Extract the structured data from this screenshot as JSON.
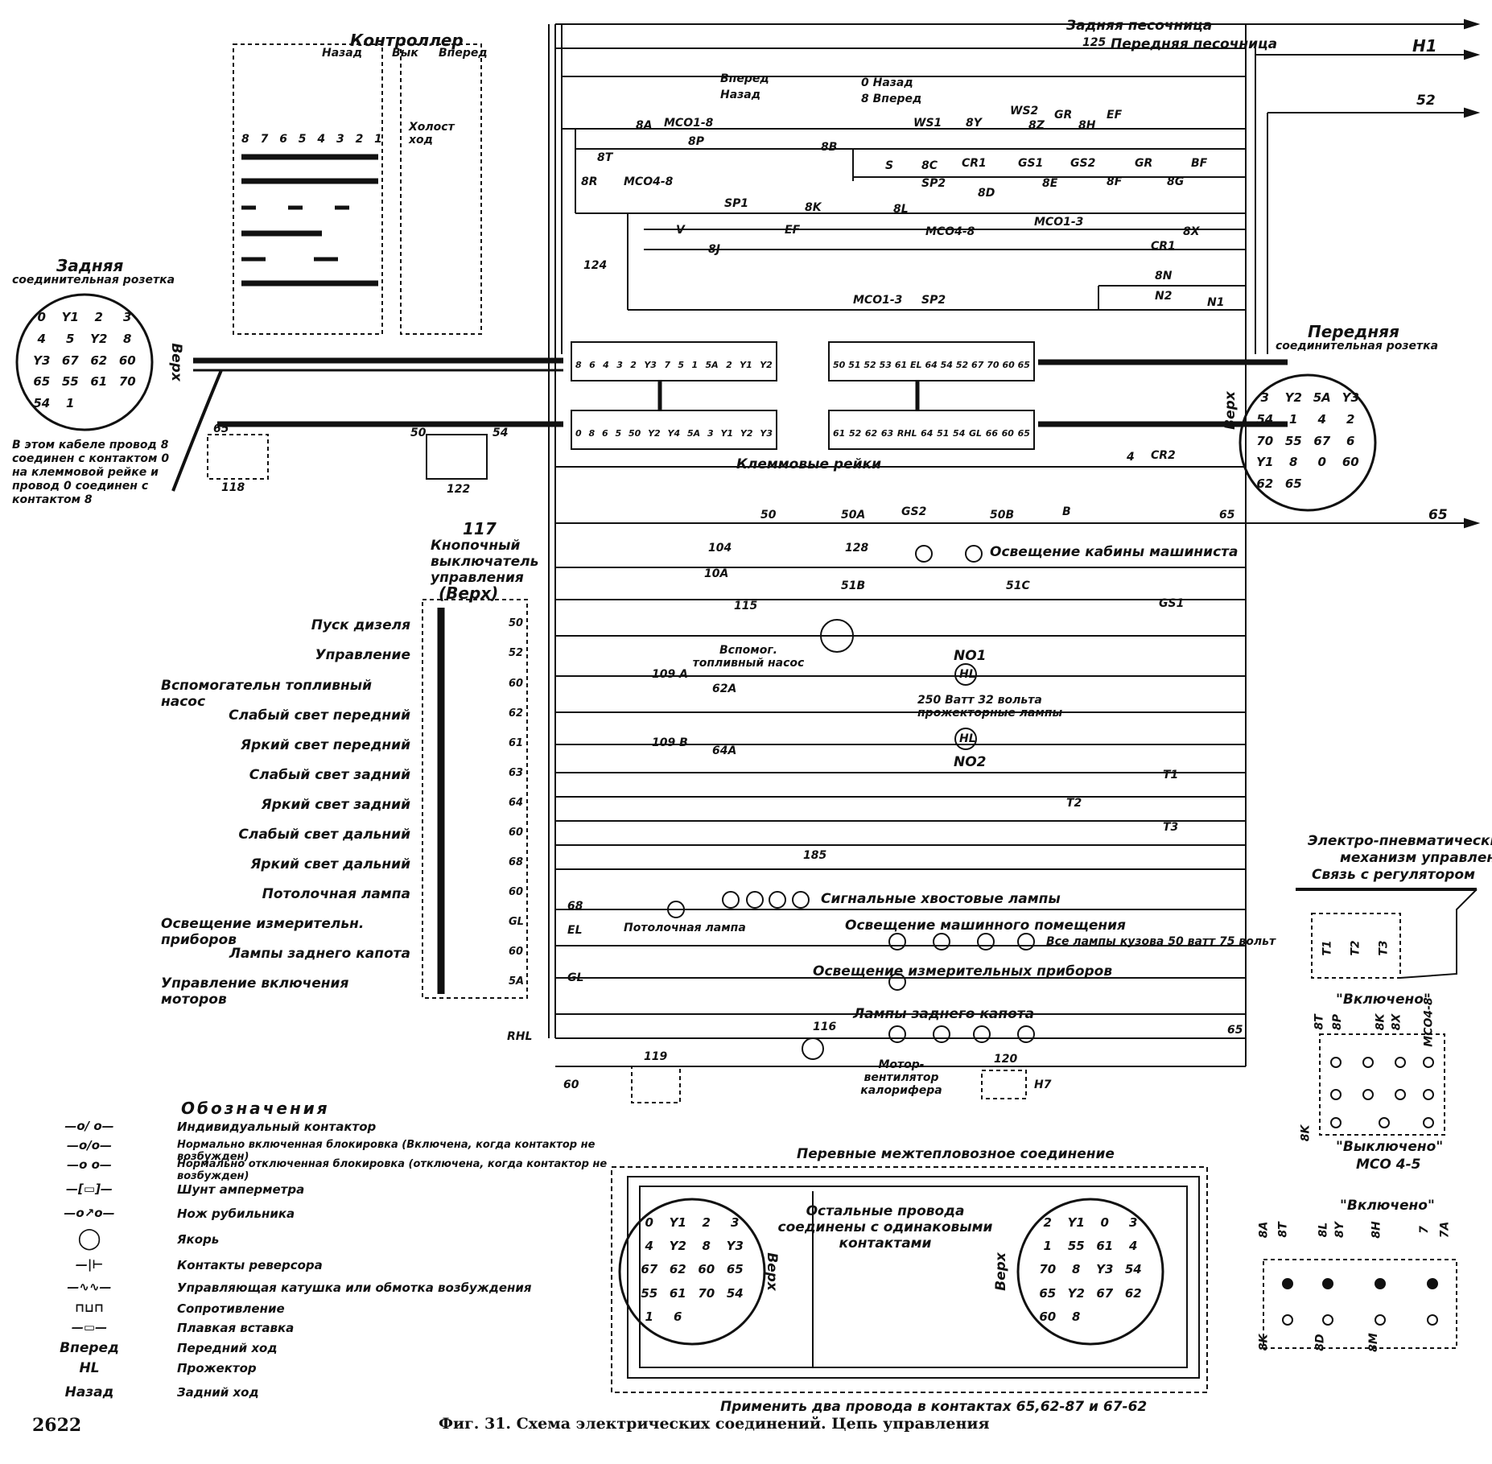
{
  "top": {
    "rear_sandbox": "Задняя песочница",
    "front_sandbox": "Передняя песочница",
    "wire_125": "125",
    "out_h1": "H1",
    "out_52": "52",
    "out_65": "65"
  },
  "controller": {
    "title": "Контроллер",
    "back": "Назад",
    "off": "Вык",
    "forward": "Вперед",
    "idle": "Холост ход",
    "notches": [
      "8",
      "7",
      "6",
      "5",
      "4",
      "3",
      "2",
      "1"
    ]
  },
  "reverser": {
    "forward": "Вперед",
    "back": "Назад",
    "zero_back": "0 Назад",
    "eight_forward": "8 Вперед"
  },
  "rear_socket": {
    "title_1": "Задняя",
    "title_2": "соединительная розетка",
    "top": "Верх",
    "pins": [
      "0",
      "Y1",
      "2",
      "3",
      "4",
      "5",
      "Y2",
      "8",
      "Y3",
      "67",
      "62",
      "60",
      "65",
      "55",
      "61",
      "70",
      "54",
      "1"
    ],
    "note": "В этом кабеле провод 8 соединен с контактом 0 на клеммовой рейке и провод 0 соединен с контактом 8"
  },
  "front_socket": {
    "title_1": "Передняя",
    "title_2": "соединительная розетка",
    "top": "Верх",
    "pins": [
      "3",
      "Y2",
      "5A",
      "Y3",
      "54",
      "1",
      "4",
      "2",
      "70",
      "55",
      "67",
      "6",
      "Y1",
      "8",
      "0",
      "60",
      "62",
      "65"
    ]
  },
  "terminal_strips": {
    "label": "Клеммовые рейки",
    "upper_left": [
      "8",
      "6",
      "4",
      "3",
      "2",
      "Y3",
      "7",
      "5",
      "1",
      "5A",
      "2",
      "Y1",
      "Y2"
    ],
    "upper_right": [
      "50",
      "51",
      "52",
      "53",
      "61",
      "EL",
      "64",
      "54",
      "52",
      "67",
      "70",
      "60",
      "65"
    ],
    "lower_left": [
      "0",
      "8",
      "6",
      "5",
      "50",
      "Y2",
      "Y4",
      "5A",
      "3",
      "Y1",
      "Y2",
      "Y3"
    ],
    "lower_right": [
      "61",
      "52",
      "62",
      "63",
      "RHL",
      "64",
      "51",
      "54",
      "GL",
      "66",
      "60",
      "65"
    ]
  },
  "circuit_labels": {
    "contactors": [
      "WS1",
      "8Y",
      "WS2",
      "8Z",
      "GR",
      "8H",
      "EF",
      "8A",
      "MCO1-8",
      "8T",
      "8P",
      "8B",
      "8R",
      "MCO4-8",
      "S",
      "8C",
      "CR1",
      "GS1",
      "GS2",
      "GR",
      "8G",
      "8F",
      "BF",
      "SP2",
      "8D",
      "8E",
      "MCO1-3",
      "SP1",
      "8K",
      "8L",
      "EF",
      "V",
      "8J",
      "MCO4-8",
      "8X",
      "CR1",
      "8N",
      "N2",
      "N1",
      "MCO1-3",
      "SP2",
      "124"
    ],
    "wire_4": "4",
    "wire_cr2": "CR2",
    "wire_50": "50",
    "wire_50a": "50A",
    "wire_gs2": "GS2",
    "wire_50b": "50B",
    "wire_b": "B",
    "wire_65": "65",
    "cab_light": "Освещение кабины машиниста",
    "fuse_104": "104",
    "fuse_10a": "10A",
    "fuse_128": "128",
    "wire_51b": "51B",
    "wire_51c": "51C",
    "gs1": "GS1",
    "aux_pump": "Вспомог. топливный насос",
    "no1": "NO1",
    "no2": "NO2",
    "hl": "HL",
    "headlight_note": "250 Ватт 32 вольта прожекторные лампы",
    "res_109a": "109 A",
    "res_109b": "109 B",
    "wire_62a": "62A",
    "wire_64a": "64A",
    "t1": "T1",
    "t2": "T2",
    "t3": "T3",
    "tail_lamps": "Сигнальные хвостовые лампы",
    "ceiling_lamp": "Потолочная лампа",
    "engine_room": "Освещение машинного помещения",
    "body_lamps": "Все лампы кузова 50 ватт 75 вольт",
    "gauge_light": "Освещение измерительных приборов",
    "hood_lamps": "Лампы заднего капота",
    "motor_fan": "Мотор-вентилятор калорифера",
    "n116": "116",
    "n119": "119",
    "n120": "120",
    "h7": "H7",
    "n115": "115",
    "n118": "118",
    "n122": "122",
    "n50": "50",
    "n54": "54",
    "n65": "65",
    "rhl": "RHL",
    "el": "EL",
    "gl": "GL",
    "n60": "60",
    "n68": "68",
    "n185": "185"
  },
  "switch_panel": {
    "number": "117",
    "title": "Кнопочный выключатель управления",
    "top": "(Верх)",
    "rows": [
      {
        "label": "Пуск дизеля",
        "num": "50"
      },
      {
        "label": "Управление",
        "num": "52"
      },
      {
        "label": "Вспомогательн топливный насос",
        "num": "60"
      },
      {
        "label": "Слабый свет передний",
        "num": "62"
      },
      {
        "label": "Яркий свет передний",
        "num": "61"
      },
      {
        "label": "Слабый свет задний",
        "num": "63"
      },
      {
        "label": "Яркий свет задний",
        "num": "64"
      },
      {
        "label": "Слабый свет дальний",
        "num": "60"
      },
      {
        "label": "Яркий свет дальний",
        "num": "68"
      },
      {
        "label": "Потолочная лампа",
        "num": "60"
      },
      {
        "label": "Освещение измерительн. приборов",
        "num": "GL"
      },
      {
        "label": "Лампы заднего капота",
        "num": "60"
      },
      {
        "label": "Управление включения моторов",
        "num": "5A"
      }
    ]
  },
  "epm": {
    "title_1": "Электро-пневматический",
    "title_2": "механизм управления",
    "link": "Связь с регулятором",
    "coils": [
      "T1",
      "T2",
      "T3"
    ]
  },
  "mco45": {
    "on": "\"Включено\"",
    "off": "\"Выключено\"",
    "name": "MCO 4-5",
    "tags": [
      "8T",
      "8P",
      "8K",
      "8X",
      "MCO4-8",
      "8K"
    ]
  },
  "mco_lower": {
    "on": "\"Включено\"",
    "tags": [
      "8A",
      "8T",
      "8L",
      "8Y",
      "8H",
      "7",
      "7A",
      "8K",
      "8D",
      "8M"
    ]
  },
  "jumper": {
    "title": "Перевные межтепловозное соединение",
    "note": "Остальные провода соединены с одинаковыми контактами",
    "top": "Верх",
    "left_pins": [
      "0",
      "Y1",
      "2",
      "3",
      "4",
      "Y2",
      "8",
      "Y3",
      "67",
      "62",
      "60",
      "65",
      "55",
      "61",
      "70",
      "54",
      "1",
      "6"
    ],
    "right_pins": [
      "2",
      "Y1",
      "0",
      "3",
      "1",
      "55",
      "61",
      "4",
      "70",
      "8",
      "Y3",
      "54",
      "65",
      "Y2",
      "67",
      "62",
      "60",
      "8"
    ],
    "footer": "Применить два провода в контактах 65,62-87 и 67-62"
  },
  "legend": {
    "title": "Обозначения",
    "rows": [
      {
        "sym": "—o/ o—",
        "text": "Индивидуальный контактор"
      },
      {
        "sym": "—o/o—",
        "text": "Нормально включенная блокировка (Включена, когда контактор не возбужден)"
      },
      {
        "sym": "—o o—",
        "text": "Нормально отключенная блокировка (отключена, когда контактор не возбужден)"
      },
      {
        "sym": "—[▭]—",
        "text": "Шунт амперметра"
      },
      {
        "sym": "—o↗o—",
        "text": "Нож рубильника"
      },
      {
        "sym": "◯",
        "text": "Якорь"
      },
      {
        "sym": "—|⊢",
        "text": "Контакты реверсора"
      },
      {
        "sym": "—∿∿—",
        "text": "Управляющая катушка или обмотка возбуждения"
      },
      {
        "sym": "⊓⊔⊓",
        "text": "Сопротивление"
      },
      {
        "sym": "—▭—",
        "text": "Плавкая вставка"
      },
      {
        "sym": "Вперед",
        "text": "Передний ход"
      },
      {
        "sym": "HL",
        "text": "Прожектор"
      },
      {
        "sym": "Назад",
        "text": "Задний ход"
      }
    ]
  },
  "footer": {
    "page_number": "2622",
    "caption": "Фиг. 31. Схема электрических соединений. Цепь управления"
  }
}
